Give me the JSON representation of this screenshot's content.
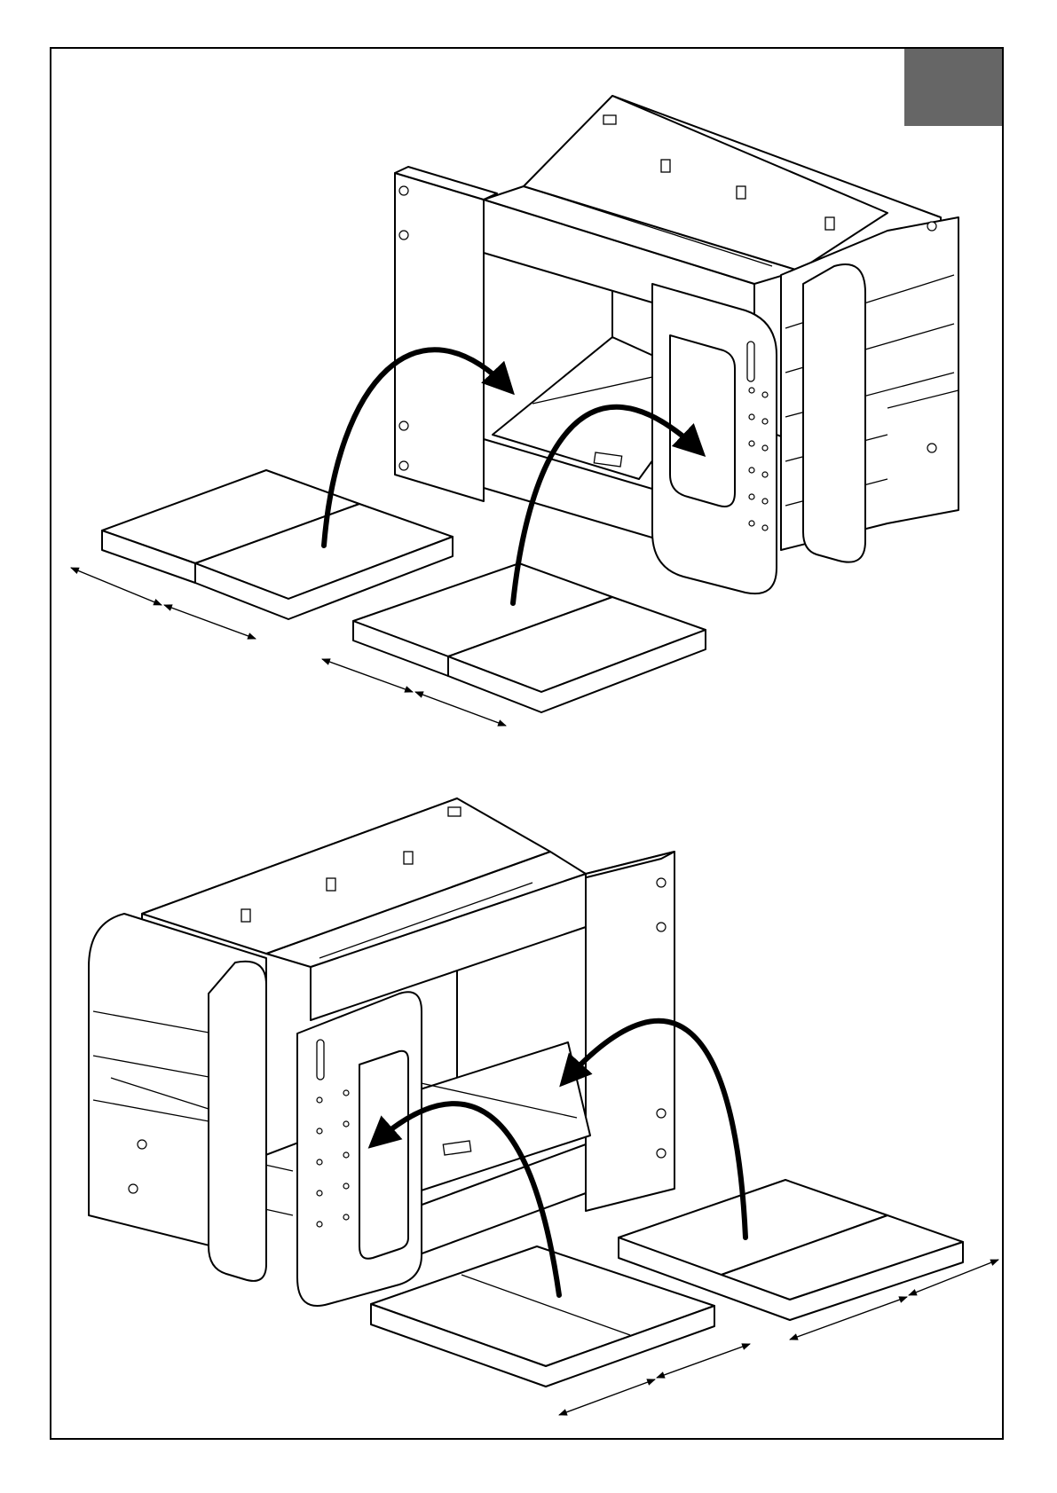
{
  "page": {
    "frame_color": "#000000",
    "background": "#ffffff"
  },
  "step_tab": {
    "color": "#666666",
    "text": ""
  },
  "illustrations": [
    {
      "name": "bed-assembly-top",
      "view": "right",
      "mattress_count": 2
    },
    {
      "name": "bed-assembly-bottom",
      "view": "left",
      "mattress_count": 2
    }
  ],
  "icons": [
    "curved-arrow-icon",
    "dimension-arrow-icon",
    "mattress-icon"
  ]
}
